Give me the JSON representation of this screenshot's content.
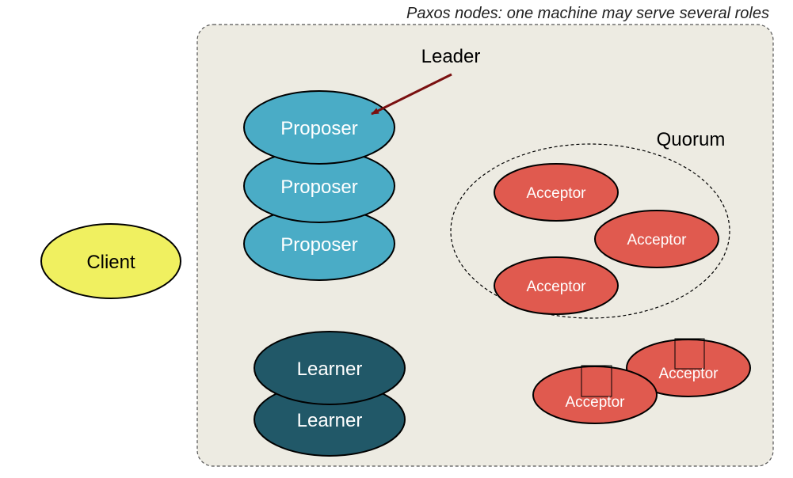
{
  "caption": "Paxos nodes: one machine may serve several roles",
  "leader_label": "Leader",
  "quorum_label": "Quorum",
  "client": {
    "label": "Client",
    "color": "#f0f060"
  },
  "proposers": [
    {
      "label": "Proposer"
    },
    {
      "label": "Proposer"
    },
    {
      "label": "Proposer"
    }
  ],
  "learners": [
    {
      "label": "Learner"
    },
    {
      "label": "Learner"
    }
  ],
  "acceptors_quorum": [
    {
      "label": "Acceptor"
    },
    {
      "label": "Acceptor"
    },
    {
      "label": "Acceptor"
    }
  ],
  "acceptors_other": [
    {
      "label": "Acceptor"
    },
    {
      "label": "Acceptor"
    }
  ],
  "colors": {
    "container_fill": "#edebe2",
    "proposer_fill": "#4aacc6",
    "learner_fill": "#215868",
    "acceptor_fill": "#e05a4f",
    "leader_arrow": "#7a1010"
  }
}
